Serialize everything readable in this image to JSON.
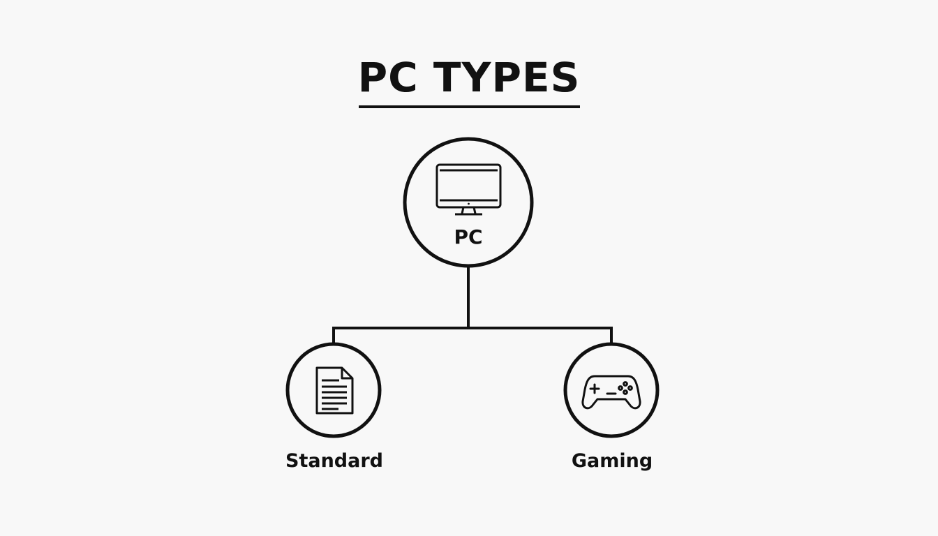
{
  "title": "PC TYPES",
  "root": {
    "label": "PC",
    "icon": "desktop-monitor-icon"
  },
  "children": [
    {
      "label": "Standard",
      "icon": "document-icon"
    },
    {
      "label": "Gaming",
      "icon": "gamepad-icon"
    }
  ],
  "colors": {
    "background": "#f8f8f8",
    "ink": "#111111"
  }
}
